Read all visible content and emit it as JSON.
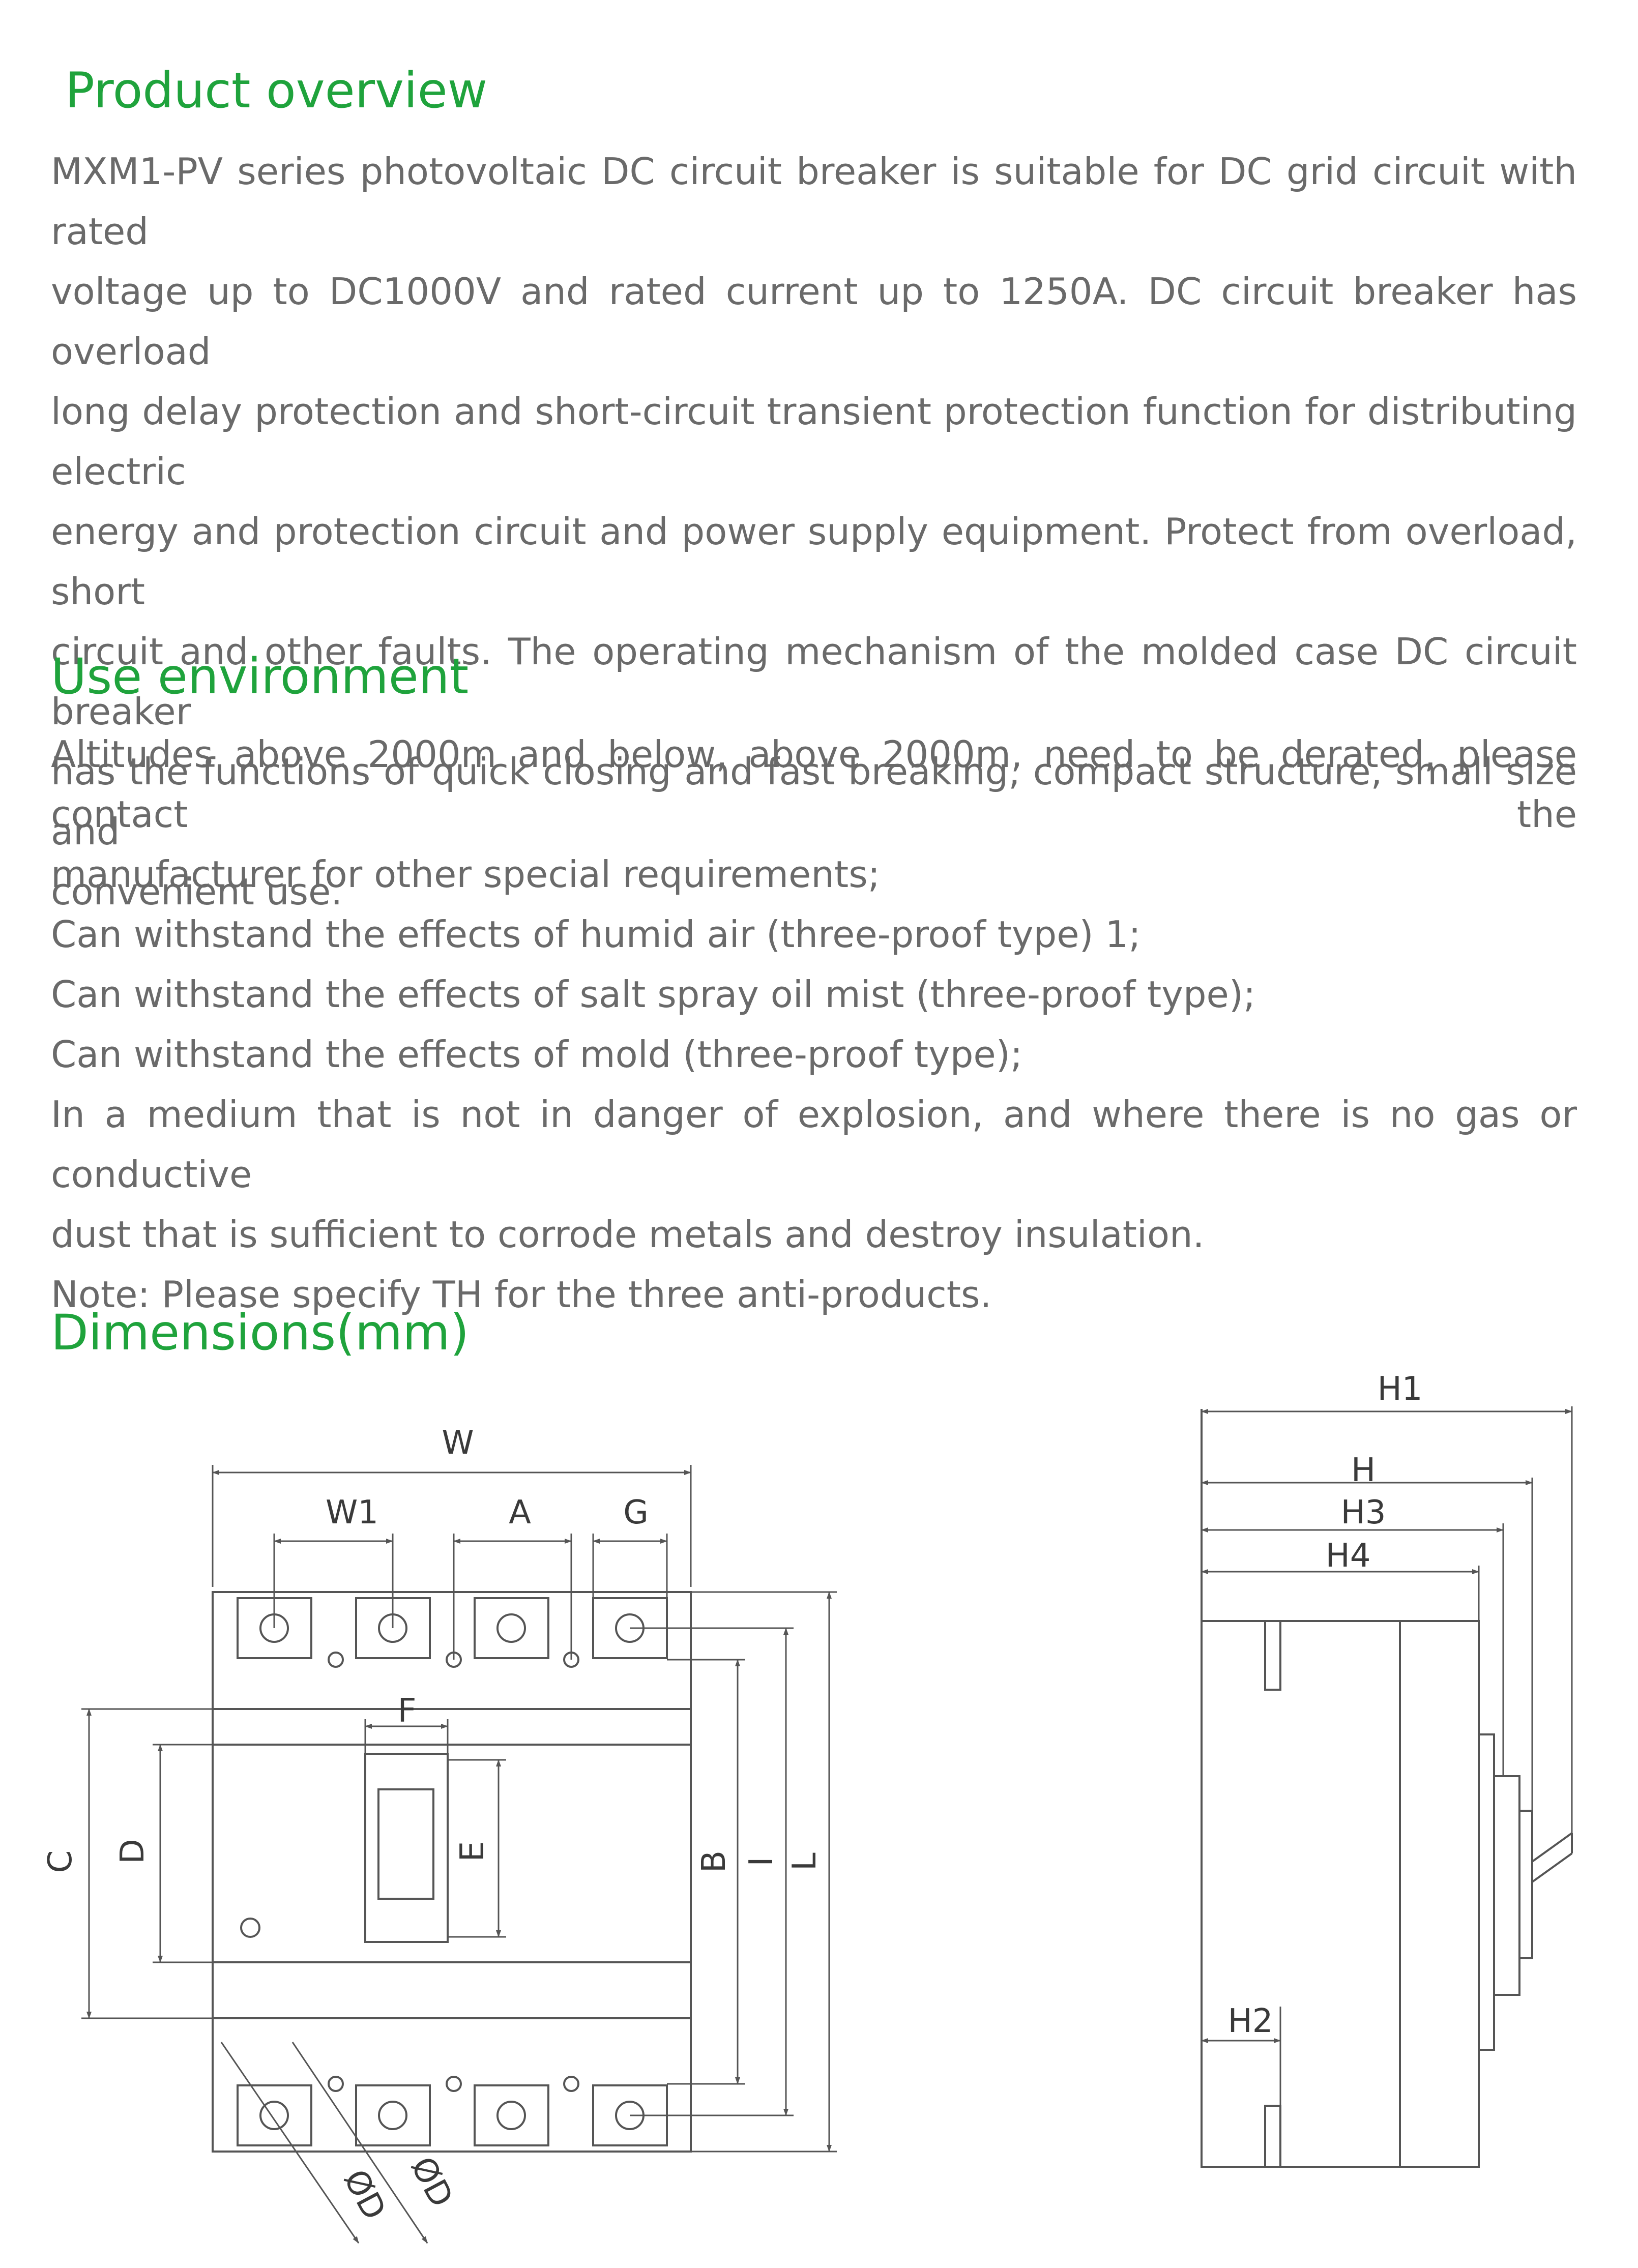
{
  "overview": {
    "heading": "Product overview",
    "lines": [
      "MXM1-PV series photovoltaic DC circuit breaker is suitable for DC grid circuit with rated",
      "voltage up to DC1000V and rated current up to 1250A. DC circuit breaker has overload",
      "long delay protection and short-circuit transient protection function for distributing electric",
      "energy and protection circuit and power supply equipment. Protect from overload, short",
      "circuit and other faults. The operating mechanism of the molded case DC circuit breaker",
      "has the functions of quick closing and fast breaking, compact structure, small size and",
      "convenient use."
    ]
  },
  "environment": {
    "heading": "Use environment",
    "lines": [
      "Altitudes above 2000m and below, above 2000m, need to be derated, please contact the",
      "manufacturer for other special requirements;",
      "Can withstand the effects of humid air (three-proof type) 1;",
      "Can withstand the effects of salt spray oil mist (three-proof type);",
      "Can withstand the effects of mold (three-proof type);",
      "In a medium that is not in danger of explosion, and where there is no gas or conductive",
      "dust that is sufficient to corrode metals and destroy insulation.",
      "Note: Please specify TH for the three anti-products."
    ]
  },
  "dimensions": {
    "heading": "Dimensions(mm)",
    "front_labels": {
      "w": "W",
      "w1": "W1",
      "a": "A",
      "g": "G",
      "f": "F",
      "c": "C",
      "d": "D",
      "e": "E",
      "b": "B",
      "i": "I",
      "l": "L",
      "phi_d": "ØD"
    },
    "side_labels": {
      "h1": "H1",
      "h": "H",
      "h3": "H3",
      "h4": "H4",
      "h2": "H2"
    }
  },
  "colors": {
    "heading": "#1fa33c",
    "body_text": "#6a6a6a",
    "drawing_line": "#555555"
  }
}
